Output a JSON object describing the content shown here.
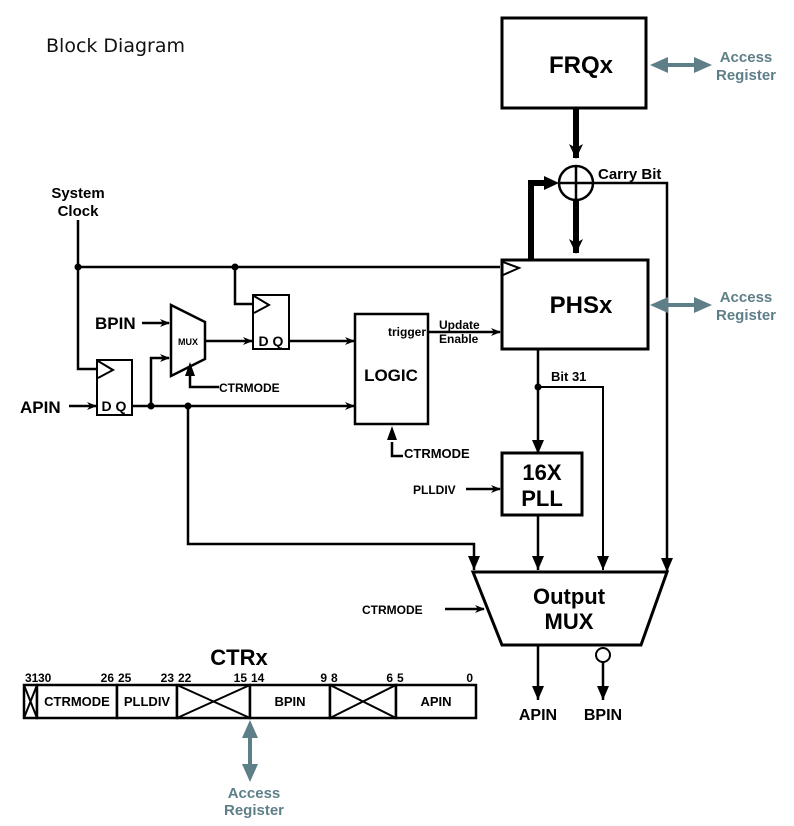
{
  "title": "Block Diagram",
  "colors": {
    "line": "#000000",
    "access": "#5f7f88",
    "background": "#ffffff"
  },
  "blocks": {
    "frqx": "FRQx",
    "phsx": "PHSx",
    "logic": "LOGIC",
    "pll_line1": "16X",
    "pll_line2": "PLL",
    "outmux_line1": "Output",
    "outmux_line2": "MUX",
    "mux": "MUX",
    "ff_label": "D Q"
  },
  "signals": {
    "system_clock_line1": "System",
    "system_clock_line2": "Clock",
    "apin_in": "APIN",
    "bpin_in": "BPIN",
    "ctrmode_mux": "CTRMODE",
    "ctrmode_logic": "CTRMODE",
    "ctrmode_out": "CTRMODE",
    "trigger": "trigger",
    "update_line1": "Update",
    "update_line2": "Enable",
    "carry_bit": "Carry Bit",
    "bit31": "Bit 31",
    "plldiv": "PLLDIV",
    "apin_out": "APIN",
    "bpin_out": "BPIN"
  },
  "access": {
    "line1": "Access",
    "line2": "Register"
  },
  "register": {
    "name": "CTRx",
    "fields": [
      {
        "label": "",
        "bits_hi": "31",
        "bits_lo": "",
        "reserved": true
      },
      {
        "label": "CTRMODE",
        "bits_hi": "30",
        "bits_lo": "26",
        "reserved": false
      },
      {
        "label": "PLLDIV",
        "bits_hi": "25",
        "bits_lo": "23",
        "reserved": false
      },
      {
        "label": "",
        "bits_hi": "22",
        "bits_lo": "15",
        "reserved": true
      },
      {
        "label": "BPIN",
        "bits_hi": "14",
        "bits_lo": "9",
        "reserved": false
      },
      {
        "label": "",
        "bits_hi": "8",
        "bits_lo": "6",
        "reserved": true
      },
      {
        "label": "APIN",
        "bits_hi": "5",
        "bits_lo": "0",
        "reserved": false
      }
    ]
  }
}
